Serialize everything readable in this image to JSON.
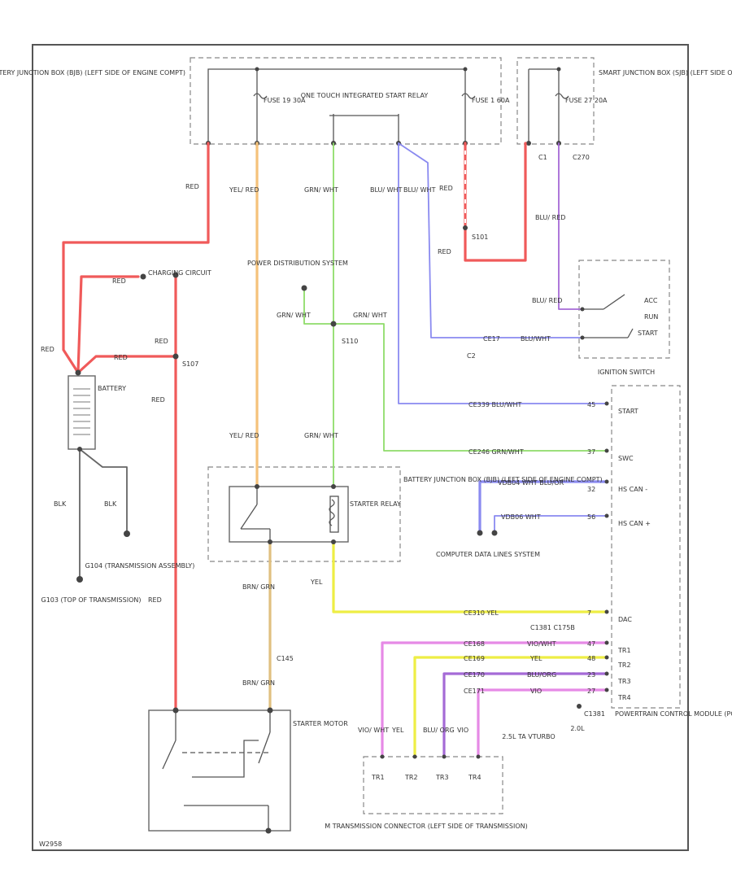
{
  "colors": {
    "red": "#f05a5a",
    "yellow_red": "#f5c27a",
    "green": "#8fdc6a",
    "blue": "#8a8af0",
    "purple": "#a56ad6",
    "pink": "#e68ae6",
    "yellow": "#eeee44",
    "tan": "#e0c080",
    "black": "#666666",
    "brown": "#c8a060"
  },
  "components": {
    "battery_junction_box_top": "BATTERY JUNCTION BOX (BJB) (LEFT SIDE OF ENGINE COMPT)",
    "fuse_19": "FUSE 19 30A",
    "one_touch": "ONE TOUCH INTEGRATED START RELAY",
    "fuse_1": "FUSE 1 60A",
    "smart_junction_box": "SMART JUNCTION BOX (SJB) (LEFT SIDE OF DASH)",
    "fuse_27": "FUSE 27 20A",
    "charging_circuit": "CHARGING CIRCUIT",
    "battery": "BATTERY",
    "power_distribution": "POWER DISTRIBUTION SYSTEM",
    "ignition_switch": "IGNITION SWITCH",
    "ign_acc": "ACC",
    "ign_run": "RUN",
    "ign_start": "START",
    "starter_relay": "STARTER RELAY",
    "battery_junction_box_mid": "BATTERY JUNCTION BOX (BJB) (LEFT SIDE OF ENGINE COMPT)",
    "computer_data_lines": "COMPUTER DATA LINES SYSTEM",
    "pcm": "POWERTRAIN CONTROL MODULE (PCM) (REAR OF ENGINE COMPT)",
    "pcm_start": "START",
    "pcm_swc": "SWC",
    "pcm_hs_can_minus": "HS CAN -",
    "pcm_hs_can_plus": "HS CAN +",
    "pcm_dac": "DAC",
    "pcm_tr1": "TR1",
    "pcm_tr2": "TR2",
    "pcm_tr3": "TR3",
    "pcm_tr4": "TR4",
    "ground_g104": "G104 (TRANSMISSION ASSEMBLY)",
    "ground_g103": "G103 (TOP OF TRANSMISSION)",
    "starter_motor": "STARTER MOTOR",
    "transmission_connector": "M TRANSMISSION CONNECTOR (LEFT SIDE OF TRANSMISSION)",
    "tr1": "TR1",
    "tr2": "TR2",
    "tr3": "TR3",
    "tr4": "TR4",
    "variant_a": "2.5L TA VTURBO",
    "variant_b": "2.0L",
    "diagram_id": "W2958"
  },
  "wires": {
    "red_1": "RED",
    "red_2": "RED",
    "red_3": "RED",
    "red_4": "RED",
    "red_5": "RED",
    "red_6": "RED",
    "red_7": "RED",
    "red_8": "RED",
    "red_9": "RED",
    "yel_red_1": "YEL/ RED",
    "yel_red_2": "YEL/ RED",
    "grn_wht_1": "GRN/ WHT",
    "grn_wht_2": "GRN/ WHT",
    "grn_wht_3": "GRN/ WHT",
    "grn_wht_4": "GRN/ WHT",
    "blu_wht_1": "BLU/ WHT",
    "blu_wht_2": "BLU/ WHT",
    "blu_red_1": "BLU/ RED",
    "blu_red_2": "BLU/ RED",
    "blk_1": "BLK",
    "blk_2": "BLK",
    "yel_1": "YEL",
    "brn_grn_1": "BRN/ GRN",
    "brn_grn_2": "BRN/ GRN",
    "vio_wht": "VIO/ WHT",
    "yel_2": "YEL",
    "blu_org": "BLU/ ORG",
    "vio": "VIO",
    "splice_s101": "S101",
    "splice_s107": "S107",
    "splice_s110": "S110",
    "conn_c2": "C2",
    "conn_c270": "C270",
    "conn_c145": "C145",
    "conn_c1": "C1"
  },
  "pcm_circuits": {
    "start": "CE339 BLU/WHT",
    "start_pin": "45",
    "swc": "CE246 GRN/WHT",
    "swc_pin": "37",
    "hs_can_minus": "VDB04 WHT BLU/OR",
    "hs_can_minus_pin": "32",
    "hs_can_plus": "VDB06 WHT",
    "hs_can_plus_pin": "56",
    "dac": "CE310 YEL",
    "dac_pin": "7",
    "dac_conn": "C1381 C175B",
    "tr1": "VIO/WHT",
    "tr1_pin": "47",
    "tr1_ckt": "CE168",
    "tr2": "YEL",
    "tr2_pin": "48",
    "tr2_ckt": "CE169",
    "tr3": "BLU/ORG",
    "tr3_pin": "23",
    "tr3_ckt": "CE170",
    "tr4": "VIO",
    "tr4_pin": "27",
    "tr4_ckt": "CE171",
    "c1381": "C1381",
    "ign_feed": "BLU/WHT",
    "ign_feed_ckt": "CE17"
  }
}
